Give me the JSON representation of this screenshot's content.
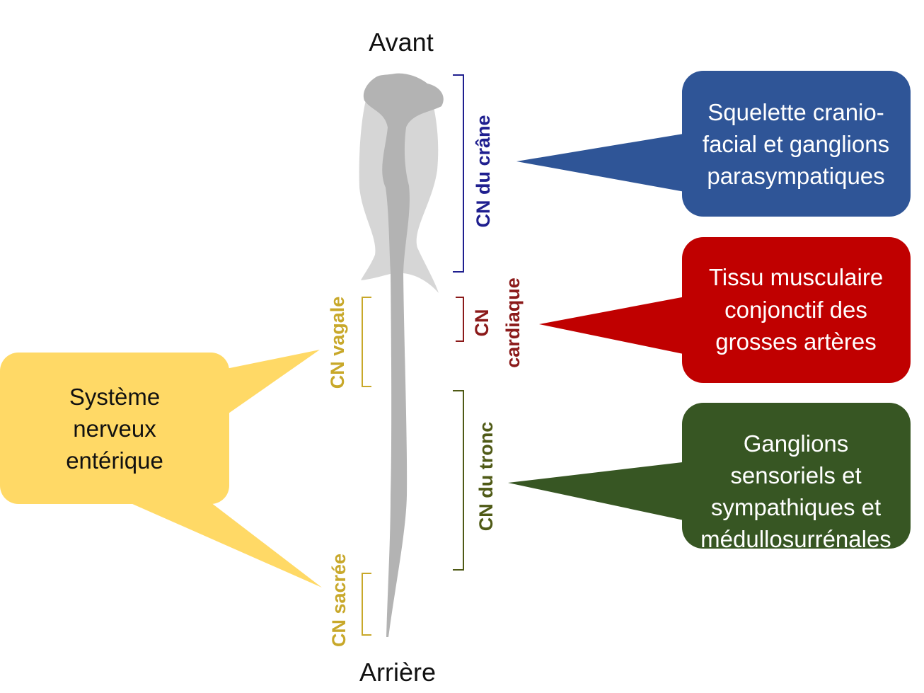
{
  "orientation": {
    "top_label": "Avant",
    "bottom_label": "Arrière"
  },
  "regions": {
    "cranial": {
      "label": "CN du crâne",
      "color": "#1f1f8f"
    },
    "cardiac": {
      "line1": "CN",
      "line2": "cardiaque",
      "color": "#8b1a1a"
    },
    "trunk": {
      "label": "CN du tronc",
      "color": "#4f5a16"
    },
    "vagal": {
      "label": "CN vagale",
      "color": "#c8a82a"
    },
    "sacral": {
      "label": "CN sacrée",
      "color": "#c8a82a"
    }
  },
  "callouts": {
    "cranial": {
      "lines": [
        "Squelette cranio-",
        "facial et ganglions",
        "parasympatiques"
      ],
      "color": "#2f5597",
      "text_color": "#ffffff"
    },
    "cardiac": {
      "lines": [
        "Tissu musculaire",
        "conjonctif des",
        "grosses artères"
      ],
      "color": "#c00000",
      "text_color": "#ffffff"
    },
    "trunk": {
      "lines": [
        "Ganglions",
        "sensoriels et",
        "sympathiques et",
        "médullosurrénales"
      ],
      "color": "#375623",
      "text_color": "#ffffff"
    },
    "enteric": {
      "lines": [
        "Système",
        "nerveux",
        "entérique"
      ],
      "color": "#ffd966",
      "text_color": "#111111"
    }
  },
  "embryo": {
    "body_color": "#d6d6d6",
    "tube_color": "#b3b3b3"
  }
}
